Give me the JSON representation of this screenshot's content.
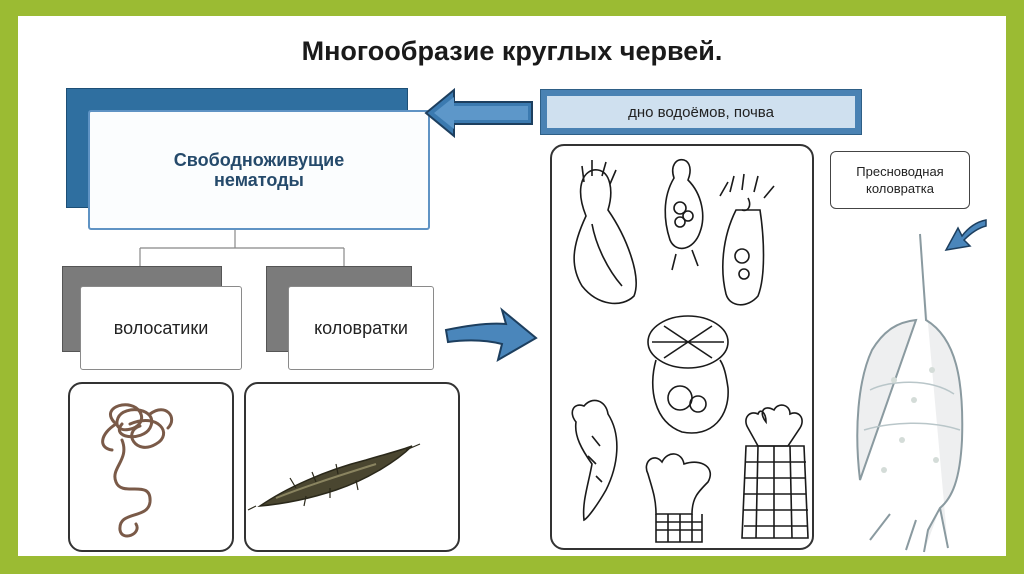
{
  "title": "Многообразие круглых червей.",
  "main_box": {
    "line1": "Свободноживущие",
    "line2": "нематоды"
  },
  "habitat": "дно водоёмов, почва",
  "groups": [
    {
      "label": "волосатики"
    },
    {
      "label": "коловратки"
    }
  ],
  "rotifer_label": {
    "line1": "Пресноводная",
    "line2": "коловратка"
  },
  "colors": {
    "frame": "#9bbb33",
    "accent_blue": "#2f6fa0",
    "arrow_blue": "#3b7ab0"
  },
  "icons": [
    "left-arrow-icon",
    "right-arrow-icon",
    "down-left-arrow-icon"
  ]
}
